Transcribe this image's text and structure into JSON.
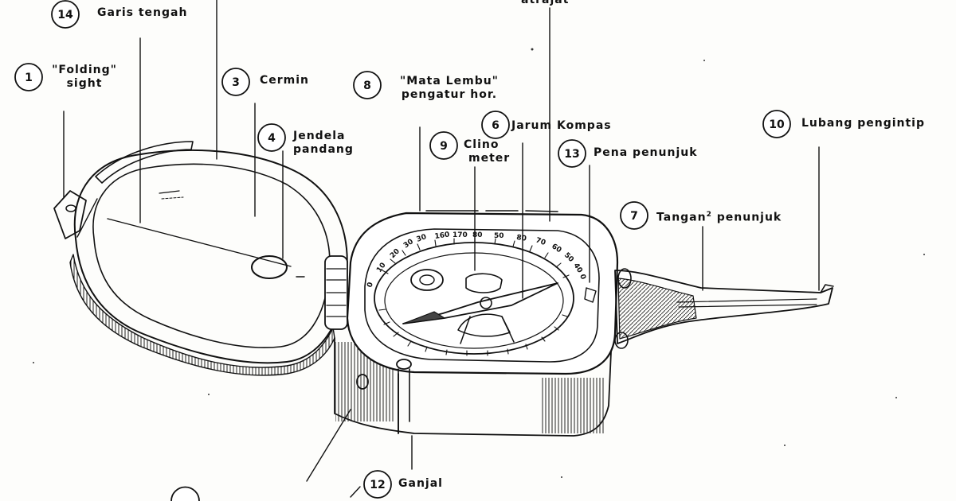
{
  "callouts": [
    {
      "id": "14",
      "label": "Garis tengah"
    },
    {
      "id": "1",
      "label_line1": "\"Folding\"",
      "label_line2": "sight"
    },
    {
      "id": "3",
      "label": "Cermin"
    },
    {
      "id": "4",
      "label_line1": "Jendela",
      "label_line2": "pandang"
    },
    {
      "id": "8",
      "label_line1": "\"Mata Lembu\"",
      "label_line2": "pengatur hor."
    },
    {
      "id": "6",
      "label": "Jarum Kompas"
    },
    {
      "id": "9",
      "label_line1": "Clino",
      "label_line2": "meter"
    },
    {
      "id": "13",
      "label": "Pena penunjuk"
    },
    {
      "id": "10",
      "label": "Lubang pengintip"
    },
    {
      "id": "7",
      "label": "Tangan",
      "sup": "2",
      "label_tail": "penunjuk"
    },
    {
      "id": "12",
      "label": "Ganjal"
    }
  ],
  "top_cut_text": "atrajat",
  "dial_scale": [
    "0",
    "10",
    "20",
    "30",
    "30",
    "160",
    "170",
    "80",
    "50",
    "80",
    "70",
    "60",
    "50",
    "40",
    "0"
  ]
}
